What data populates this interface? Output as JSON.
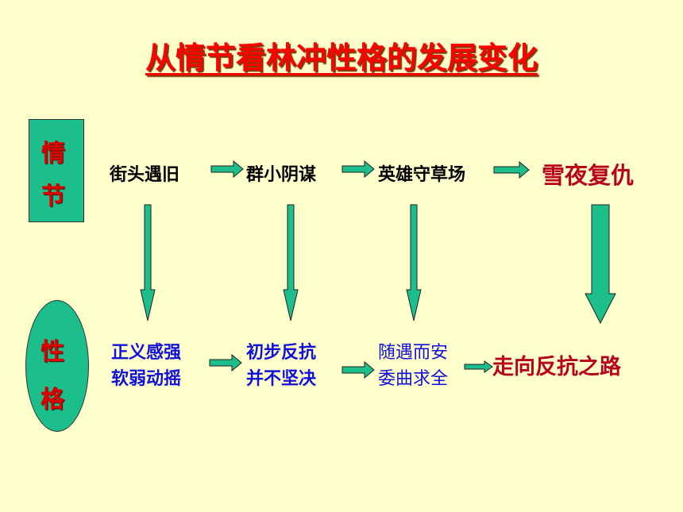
{
  "title": "从情节看林冲性格的发展变化",
  "plot_header": {
    "char1": "情",
    "char2": "节"
  },
  "character_header": {
    "char1": "性",
    "char2": "格"
  },
  "plot_stages": [
    "街头遇旧",
    "群小阴谋",
    "英雄守草场",
    "雪夜复仇"
  ],
  "character_stages": [
    {
      "line1": "正义感强",
      "line2": "软弱动摇"
    },
    {
      "line1": "初步反抗",
      "line2": "并不坚决"
    },
    {
      "line1": "随遇而安",
      "line2": "委曲求全"
    },
    {
      "line1": "走向反抗之路",
      "line2": ""
    }
  ],
  "colors": {
    "background": "#ffffcc",
    "title": "#ff0000",
    "box_fill": "#1cbf8c",
    "plot_text": "#000000",
    "final_text": "#b8001c",
    "character_text": "#1010d8"
  }
}
